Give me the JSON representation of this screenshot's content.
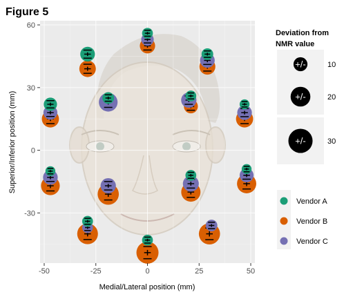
{
  "figure_title": "Figure 5",
  "colors": {
    "vendor_a": "#1b9e77",
    "vendor_b": "#d95f02",
    "vendor_c": "#7570b3",
    "panel_bg": "#ebebeb",
    "legend_key_bg": "#f2f2f2",
    "dev_symbol": "#000000"
  },
  "chart_data": {
    "type": "scatter",
    "title": "",
    "xlabel": "Medial/Lateral position (mm)",
    "ylabel": "Superior/Inferior position (mm)",
    "xlim": [
      -52,
      52
    ],
    "ylim": [
      -54,
      62
    ],
    "xticks": [
      -50,
      -25,
      0,
      25,
      50
    ],
    "yticks": [
      -30,
      0,
      30,
      60
    ],
    "grid": true,
    "background_image": "face-photo",
    "size_legend": {
      "title_lines": [
        "Deviation from",
        "NMR value"
      ],
      "symbol_text": "+/-",
      "values": [
        10,
        20,
        30
      ]
    },
    "color_legend": {
      "entries": [
        "Vendor A",
        "Vendor B",
        "Vendor C"
      ]
    },
    "series": [
      {
        "name": "Vendor A",
        "color_key": "vendor_a",
        "points": [
          {
            "x": -47,
            "y": 22,
            "dev": 9
          },
          {
            "x": -29,
            "y": 46,
            "dev": 11
          },
          {
            "x": -19,
            "y": 25,
            "dev": 7
          },
          {
            "x": 0,
            "y": 56,
            "dev": 6
          },
          {
            "x": 21,
            "y": 26,
            "dev": 6
          },
          {
            "x": 29,
            "y": 46,
            "dev": 7
          },
          {
            "x": 47,
            "y": 22,
            "dev": 5
          },
          {
            "x": -47,
            "y": -10,
            "dev": 5
          },
          {
            "x": 21,
            "y": -12,
            "dev": 6
          },
          {
            "x": 48,
            "y": -9,
            "dev": 5
          },
          {
            "x": -29,
            "y": -34,
            "dev": 6
          },
          {
            "x": 0,
            "y": -43,
            "dev": 6
          }
        ]
      },
      {
        "name": "Vendor B",
        "color_key": "vendor_b",
        "points": [
          {
            "x": -47,
            "y": 15,
            "dev": 15
          },
          {
            "x": -29,
            "y": 39,
            "dev": 14
          },
          {
            "x": 0,
            "y": 50,
            "dev": 12
          },
          {
            "x": 21,
            "y": 21,
            "dev": 10
          },
          {
            "x": 29,
            "y": 40,
            "dev": 13
          },
          {
            "x": 47,
            "y": 15,
            "dev": 15
          },
          {
            "x": -47,
            "y": -17,
            "dev": 18
          },
          {
            "x": -19,
            "y": -21,
            "dev": 23
          },
          {
            "x": 21,
            "y": -20,
            "dev": 19
          },
          {
            "x": 48,
            "y": -16,
            "dev": 19
          },
          {
            "x": -29,
            "y": -40,
            "dev": 22
          },
          {
            "x": 0,
            "y": -49,
            "dev": 25
          },
          {
            "x": 30,
            "y": -40,
            "dev": 23
          }
        ]
      },
      {
        "name": "Vendor C",
        "color_key": "vendor_c",
        "points": [
          {
            "x": -47,
            "y": 18,
            "dev": 10
          },
          {
            "x": -19,
            "y": 23,
            "dev": 18
          },
          {
            "x": 0,
            "y": 53,
            "dev": 8
          },
          {
            "x": 20,
            "y": 24,
            "dev": 12
          },
          {
            "x": 29,
            "y": 43,
            "dev": 11
          },
          {
            "x": 47,
            "y": 18,
            "dev": 11
          },
          {
            "x": -47,
            "y": -13,
            "dev": 11
          },
          {
            "x": -19,
            "y": -17,
            "dev": 12
          },
          {
            "x": 21,
            "y": -16,
            "dev": 13
          },
          {
            "x": 48,
            "y": -12,
            "dev": 10
          },
          {
            "x": -29,
            "y": -37,
            "dev": 6
          },
          {
            "x": 31,
            "y": -36,
            "dev": 7
          }
        ]
      }
    ]
  }
}
